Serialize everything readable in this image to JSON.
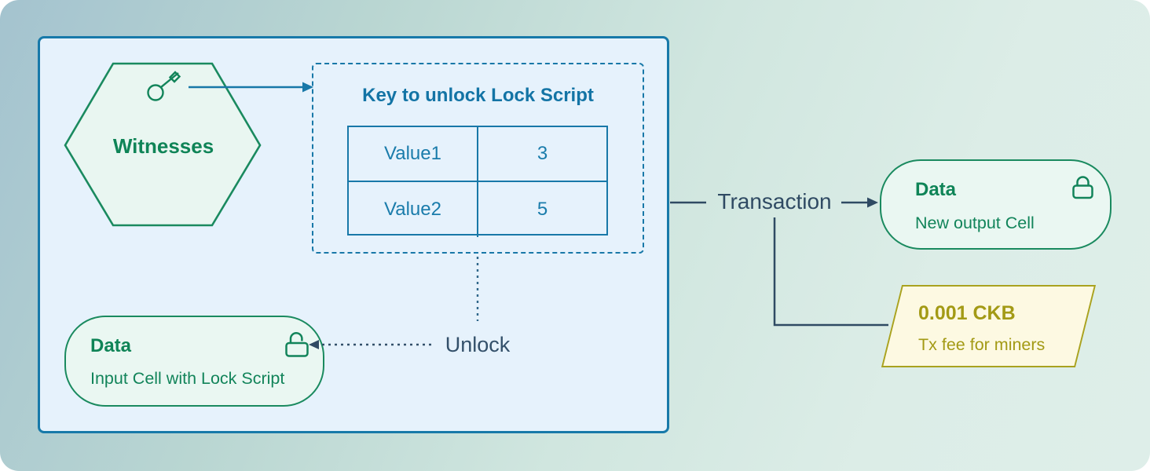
{
  "diagram": {
    "witnesses": {
      "label": "Witnesses"
    },
    "key_box": {
      "title": "Key to unlock Lock Script",
      "rows": [
        {
          "name": "Value1",
          "value": "3"
        },
        {
          "name": "Value2",
          "value": "5"
        }
      ]
    },
    "unlock_label": "Unlock",
    "input_cell": {
      "title": "Data",
      "subtitle": "Input Cell with Lock Script"
    },
    "transaction_label": "Transaction",
    "output_cell": {
      "title": "Data",
      "subtitle": "New output Cell"
    },
    "fee_note": {
      "title": "0.001 CKB",
      "subtitle": "Tx fee for miners"
    }
  },
  "colors": {
    "accent_blue": "#1878a8",
    "accent_green": "#1a8a5f",
    "text_green": "#0f8457",
    "slate_dark": "#2f4a63",
    "olive": "#a9a21f",
    "big_box_fill": "#e6f2fc",
    "pill_fill": "#eaf7f2",
    "fee_fill": "#fdf9e2"
  }
}
